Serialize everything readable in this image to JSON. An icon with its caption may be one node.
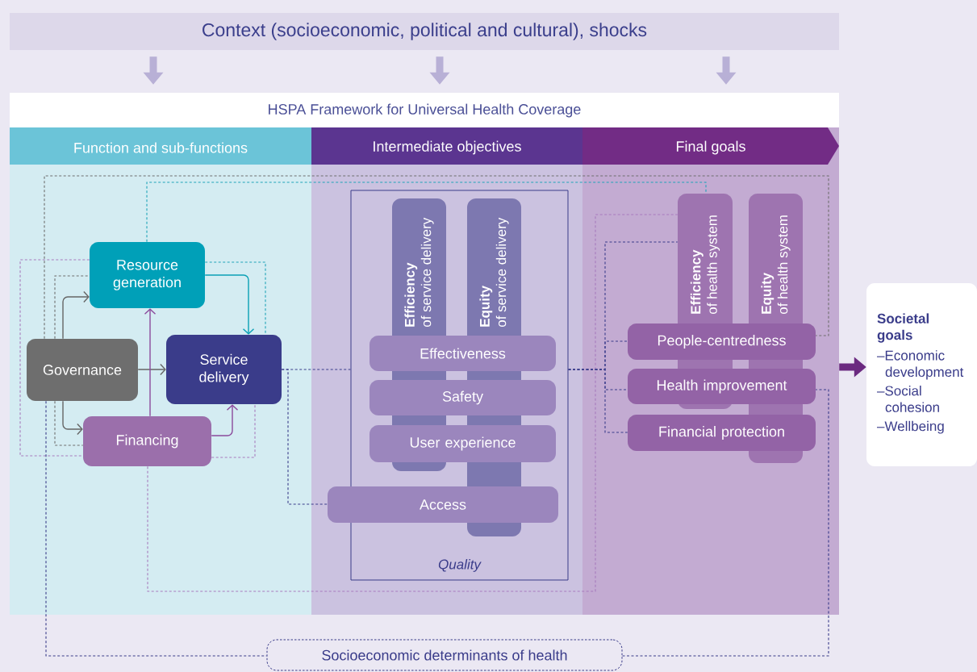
{
  "diagram": {
    "nodes": [
      {
        "text": [
          "Context (socioeconomic, political and cultural), shocks"
        ]
      },
      {
        "text": [
          "HSPA Framework for Universal Health Coverage"
        ]
      },
      {
        "text": [
          "Function and sub-functions"
        ]
      },
      {
        "text": [
          "Intermediate objectives"
        ]
      },
      {
        "text": [
          "Final goals"
        ]
      },
      {
        "text": [
          "Resource generation"
        ],
        "in": 2
      },
      {
        "text": [
          "Governance"
        ],
        "in": 2
      },
      {
        "text": [
          "Service delivery"
        ],
        "in": 2
      },
      {
        "text": [
          "Financing"
        ],
        "in": 2
      },
      {
        "text": [
          "Quality"
        ],
        "in": 3
      },
      {
        "text": [
          "Efficiency",
          "of service delivery"
        ],
        "in": 9
      },
      {
        "text": [
          "Equity",
          "of service delivery"
        ],
        "in": 9
      },
      {
        "text": [
          "Effectiveness"
        ],
        "in": 9
      },
      {
        "text": [
          "Safety"
        ],
        "in": 9
      },
      {
        "text": [
          "User experience"
        ],
        "in": 9
      },
      {
        "text": [
          "Access"
        ],
        "in": 3
      },
      {
        "text": [
          "Efficiency",
          "of health system"
        ],
        "in": 4
      },
      {
        "text": [
          "Equity",
          "of health system"
        ],
        "in": 4
      },
      {
        "text": [
          "People-centredness"
        ],
        "in": 4
      },
      {
        "text": [
          "Health improvement"
        ],
        "in": 4
      },
      {
        "text": [
          "Financial protection"
        ],
        "in": 4
      },
      {
        "text": [
          "Societal goals",
          "–Economic development",
          "–Social cohesion",
          "–Wellbeing"
        ]
      },
      {
        "text": [
          "Socioeconomic determinants of health"
        ]
      }
    ],
    "edges": [
      {
        "from": 0,
        "to": 1,
        "arrow": "to",
        "style": "thick",
        "color": "#b8b0d6"
      },
      {
        "from": 0,
        "to": 1,
        "arrow": "to",
        "style": "thick",
        "color": "#b8b0d6"
      },
      {
        "from": 0,
        "to": 1,
        "arrow": "to",
        "style": "thick",
        "color": "#b8b0d6"
      },
      {
        "from": 6,
        "to": 5,
        "arrow": "to",
        "color": "#666666"
      },
      {
        "from": 6,
        "to": 7,
        "arrow": "to",
        "color": "#666666"
      },
      {
        "from": 6,
        "to": 8,
        "arrow": "to",
        "color": "#666666"
      },
      {
        "from": 8,
        "to": 5,
        "arrow": "to",
        "color": "#8b4a9c"
      },
      {
        "from": 8,
        "to": 7,
        "arrow": "to",
        "color": "#8b4a9c"
      },
      {
        "from": 5,
        "to": 7,
        "arrow": "to",
        "color": "#0aa0b5"
      },
      {
        "from": 6,
        "to": 18,
        "arrow": "none",
        "style": "dashed",
        "color": "#6e6e6e"
      },
      {
        "from": 6,
        "to": 5,
        "arrow": "none",
        "style": "dashed",
        "color": "#6e6e6e"
      },
      {
        "from": 6,
        "to": 8,
        "arrow": "none",
        "style": "dashed",
        "color": "#6e6e6e"
      },
      {
        "from": 5,
        "to": 8,
        "arrow": "none",
        "style": "dashed",
        "color": "#a77bbd"
      },
      {
        "from": 8,
        "to": 7,
        "arrow": "none",
        "style": "dashed",
        "color": "#a77bbd"
      },
      {
        "from": 8,
        "to": 16,
        "arrow": "none",
        "style": "dashed",
        "color": "#a77bbd"
      },
      {
        "from": 5,
        "to": 16,
        "arrow": "none",
        "style": "dashed",
        "color": "#1fa3b8"
      },
      {
        "from": 5,
        "to": 7,
        "arrow": "none",
        "style": "dashed",
        "color": "#1fa3b8"
      },
      {
        "from": 7,
        "to": 9,
        "arrow": "none",
        "style": "dashed",
        "color": "#3a3c8a"
      },
      {
        "from": 7,
        "to": 15,
        "arrow": "none",
        "style": "dashed",
        "color": "#3a3c8a"
      },
      {
        "from": 9,
        "to": 16,
        "arrow": "none",
        "style": "dashed",
        "color": "#3a3c8a"
      },
      {
        "from": 9,
        "to": 18,
        "arrow": "none",
        "style": "dashed",
        "color": "#3a3c8a"
      },
      {
        "from": 9,
        "to": 19,
        "arrow": "none",
        "style": "dashed",
        "color": "#3a3c8a"
      },
      {
        "from": 9,
        "to": 20,
        "arrow": "none",
        "style": "dashed",
        "color": "#3a3c8a"
      },
      {
        "from": 6,
        "to": 22,
        "arrow": "none",
        "style": "dashed",
        "color": "#3a3c8a"
      },
      {
        "from": 22,
        "to": 19,
        "arrow": "none",
        "style": "dashed",
        "color": "#3a3c8a"
      },
      {
        "from": 4,
        "to": 21,
        "arrow": "to",
        "style": "thick",
        "color": "#6b2a80"
      }
    ]
  }
}
